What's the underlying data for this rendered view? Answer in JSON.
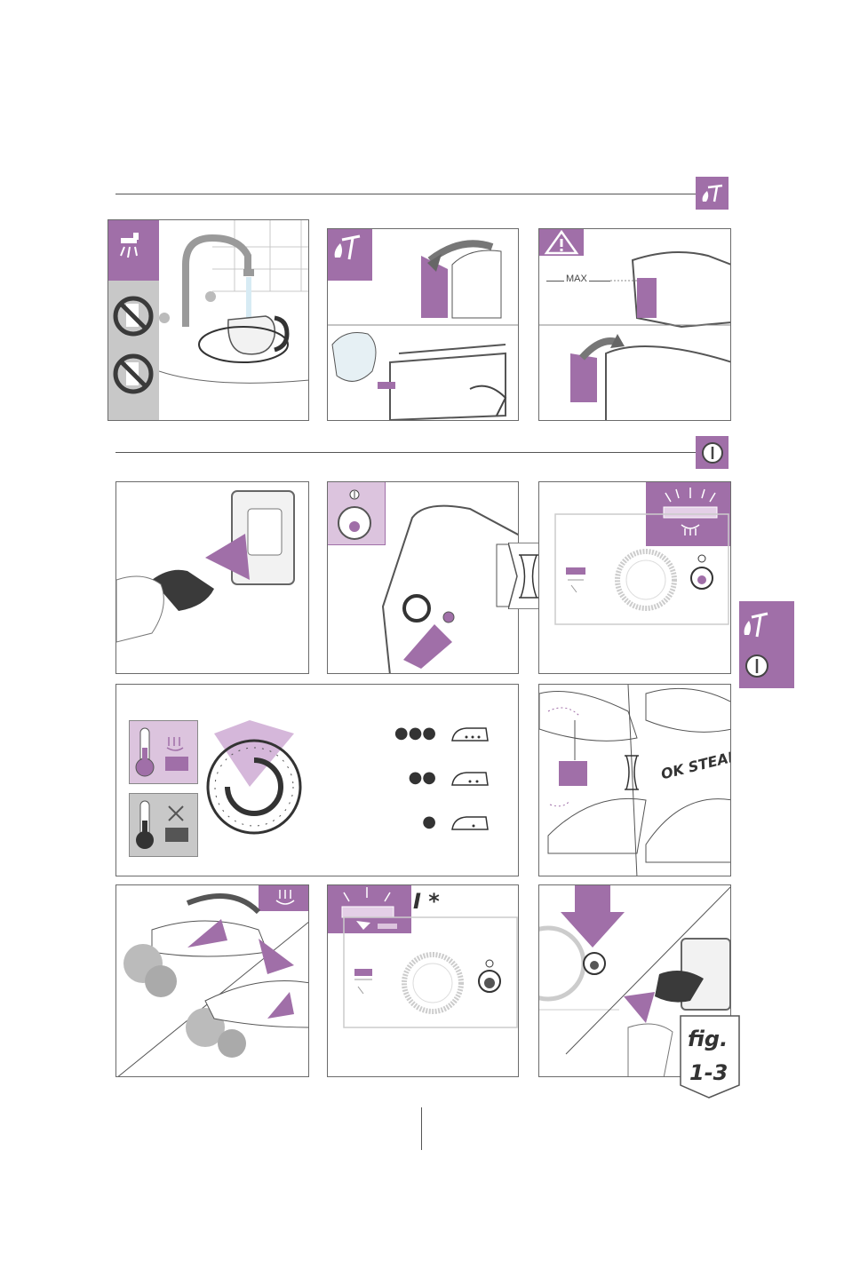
{
  "colors": {
    "accent": "#a06fa8",
    "accent_light": "#dcc4de",
    "line": "#555555",
    "gray": "#c8c8c8"
  },
  "sections": {
    "fill": {
      "icon": "water-fill-icon"
    },
    "power": {
      "icon": "power-icon"
    }
  },
  "labels": {
    "max": "MAX",
    "ok_steam": "OK STEAM!",
    "star_label": "I *",
    "fig_line1": "fig.",
    "fig_line2": "1-3"
  },
  "temperature_settings": [
    {
      "dots": "●●●",
      "icon": "iron-three-dots-icon"
    },
    {
      "dots": "●●",
      "icon": "iron-two-dots-icon"
    },
    {
      "dots": "●",
      "icon": "iron-one-dot-icon"
    }
  ],
  "side_tab": {
    "icons": [
      "water-fill-icon",
      "power-icon"
    ]
  }
}
